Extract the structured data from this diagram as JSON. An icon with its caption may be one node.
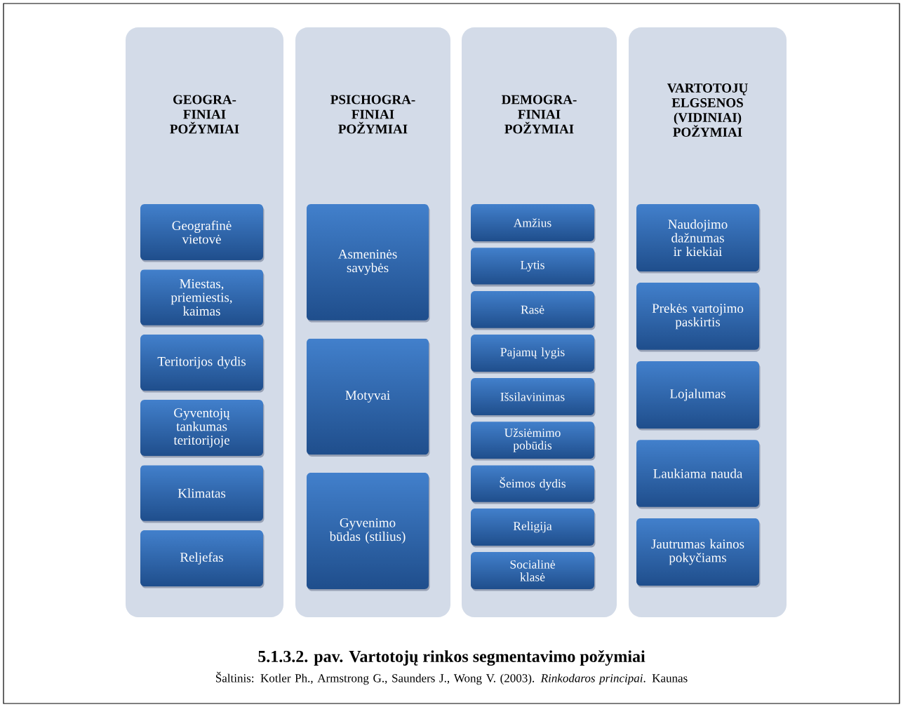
{
  "diagram": {
    "title": "5.1.3.2. pav. Vartotojų rinkos segmentavimo požymiai",
    "caption": "Šaltinis: Kotler Ph., Armstrong G., Saunders J., Wong V. (2003). *Rinkodaros principai*. Kaunas",
    "nodes": [
      {
        "text": [
          "GEOGRA- FINIAI POŽYMIAI"
        ]
      },
      {
        "text": [
          "Geografinė vietovė"
        ],
        "in": 0
      },
      {
        "text": [
          "Miestas, priemiestis, kaimas"
        ],
        "in": 0
      },
      {
        "text": [
          "Teritorijos dydis"
        ],
        "in": 0
      },
      {
        "text": [
          "Gyventojų tankumas teritorijoje"
        ],
        "in": 0
      },
      {
        "text": [
          "Klimatas"
        ],
        "in": 0
      },
      {
        "text": [
          "Reljefas"
        ],
        "in": 0
      },
      {
        "text": [
          "PSICHOGRA- FINIAI POŽYMIAI"
        ]
      },
      {
        "text": [
          "Asmeninės savybės"
        ],
        "in": 7
      },
      {
        "text": [
          "Motyvai"
        ],
        "in": 7
      },
      {
        "text": [
          "Gyvenimo būdas (stilius)"
        ],
        "in": 7
      },
      {
        "text": [
          "DEMOGRA- FINIAI POŽYMIAI"
        ]
      },
      {
        "text": [
          "Amžius"
        ],
        "in": 11
      },
      {
        "text": [
          "Lytis"
        ],
        "in": 11
      },
      {
        "text": [
          "Rasė"
        ],
        "in": 11
      },
      {
        "text": [
          "Pajamų lygis"
        ],
        "in": 11
      },
      {
        "text": [
          "Išsilavinimas"
        ],
        "in": 11
      },
      {
        "text": [
          "Užsiėmimo pobūdis"
        ],
        "in": 11
      },
      {
        "text": [
          "Šeimos dydis"
        ],
        "in": 11
      },
      {
        "text": [
          "Religija"
        ],
        "in": 11
      },
      {
        "text": [
          "Socialinė klasė"
        ],
        "in": 11
      },
      {
        "text": [
          "VARTOTOJŲ ELGSENOS (VIDINIAI) POŽYMIAI"
        ]
      },
      {
        "text": [
          "Naudojimo dažnumas ir kiekiai"
        ],
        "in": 21
      },
      {
        "text": [
          "Prekės vartojimo paskirtis"
        ],
        "in": 21
      },
      {
        "text": [
          "Lojalumas"
        ],
        "in": 21
      },
      {
        "text": [
          "Laukiama nauda"
        ],
        "in": 21
      },
      {
        "text": [
          "Jautrumas kainos pokyčiams"
        ],
        "in": 21
      }
    ]
  }
}
